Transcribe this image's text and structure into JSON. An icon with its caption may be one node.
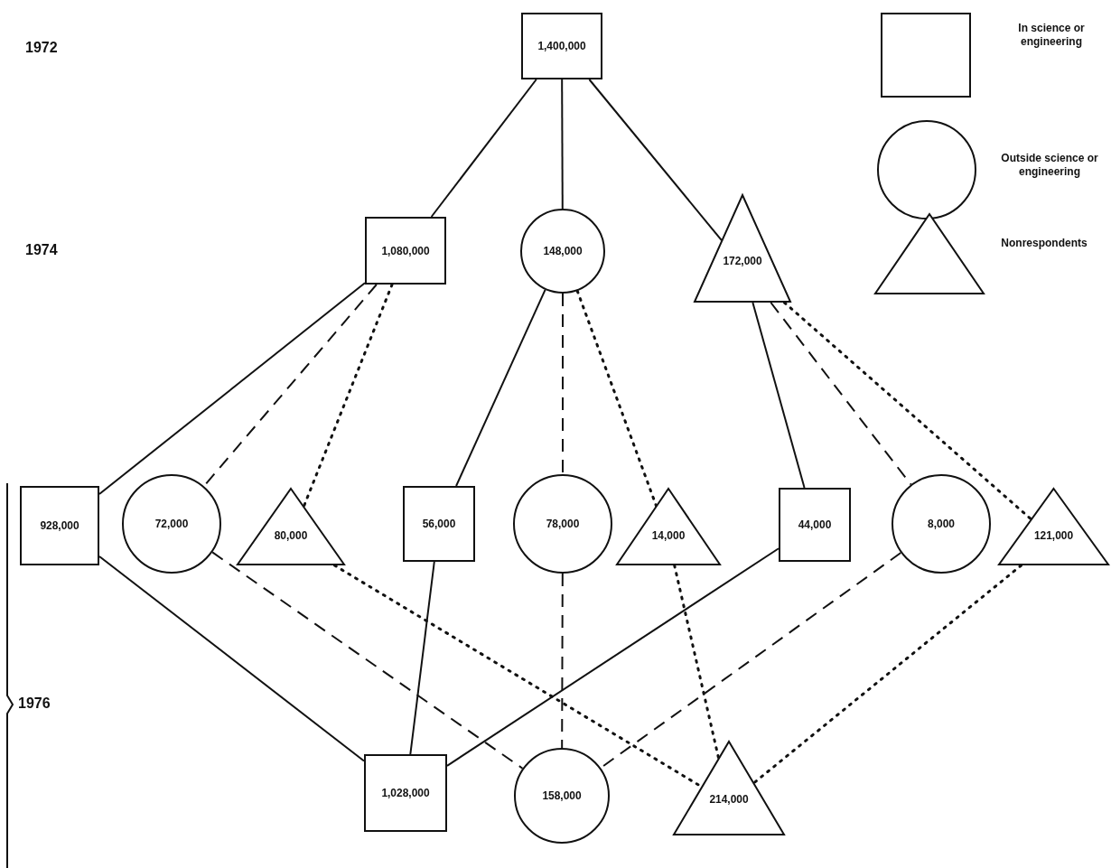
{
  "diagram": {
    "nodes": [
      {
        "text": [
          "1,400,000"
        ]
      },
      {
        "text": [
          "1,080,000"
        ]
      },
      {
        "text": [
          "148,000"
        ]
      },
      {
        "text": [
          "172,000"
        ]
      },
      {
        "text": [
          "928,000"
        ]
      },
      {
        "text": [
          "72,000"
        ]
      },
      {
        "text": [
          "80,000"
        ]
      },
      {
        "text": [
          "56,000"
        ]
      },
      {
        "text": [
          "78,000"
        ]
      },
      {
        "text": [
          "14,000"
        ]
      },
      {
        "text": [
          "44,000"
        ]
      },
      {
        "text": [
          "8,000"
        ]
      },
      {
        "text": [
          "121,000"
        ]
      },
      {
        "text": [
          "1,028,000"
        ]
      },
      {
        "text": [
          "158,000"
        ]
      },
      {
        "text": [
          "214,000"
        ]
      }
    ],
    "edges": [
      {
        "from": 0,
        "to": 1,
        "arrow": "none"
      },
      {
        "from": 0,
        "to": 2,
        "arrow": "none"
      },
      {
        "from": 0,
        "to": 3,
        "arrow": "none"
      },
      {
        "from": 1,
        "to": 4,
        "arrow": "none"
      },
      {
        "from": 1,
        "to": 5,
        "arrow": "none",
        "style": "dashed"
      },
      {
        "from": 1,
        "to": 6,
        "arrow": "none",
        "style": "dashed"
      },
      {
        "from": 2,
        "to": 7,
        "arrow": "none"
      },
      {
        "from": 2,
        "to": 8,
        "arrow": "none",
        "style": "dashed"
      },
      {
        "from": 2,
        "to": 9,
        "arrow": "none",
        "style": "dashed"
      },
      {
        "from": 3,
        "to": 10,
        "arrow": "none"
      },
      {
        "from": 3,
        "to": 11,
        "arrow": "none",
        "style": "dashed"
      },
      {
        "from": 3,
        "to": 12,
        "arrow": "none",
        "style": "dashed"
      },
      {
        "from": 4,
        "to": 13,
        "arrow": "none"
      },
      {
        "from": 7,
        "to": 13,
        "arrow": "none"
      },
      {
        "from": 10,
        "to": 13,
        "arrow": "none"
      },
      {
        "from": 5,
        "to": 14,
        "arrow": "none",
        "style": "dashed"
      },
      {
        "from": 8,
        "to": 14,
        "arrow": "none",
        "style": "dashed"
      },
      {
        "from": 11,
        "to": 14,
        "arrow": "none",
        "style": "dashed"
      },
      {
        "from": 6,
        "to": 15,
        "arrow": "none",
        "style": "dashed"
      },
      {
        "from": 9,
        "to": 15,
        "arrow": "none",
        "style": "dashed"
      },
      {
        "from": 12,
        "to": 15,
        "arrow": "none",
        "style": "dashed"
      }
    ],
    "labels": [
      "1972",
      "1974",
      "1976"
    ],
    "legend": [
      {
        "text": "In science or engineering"
      },
      {
        "text": "Outside science or engineering"
      },
      {
        "text": "Nonrespondents"
      }
    ]
  }
}
